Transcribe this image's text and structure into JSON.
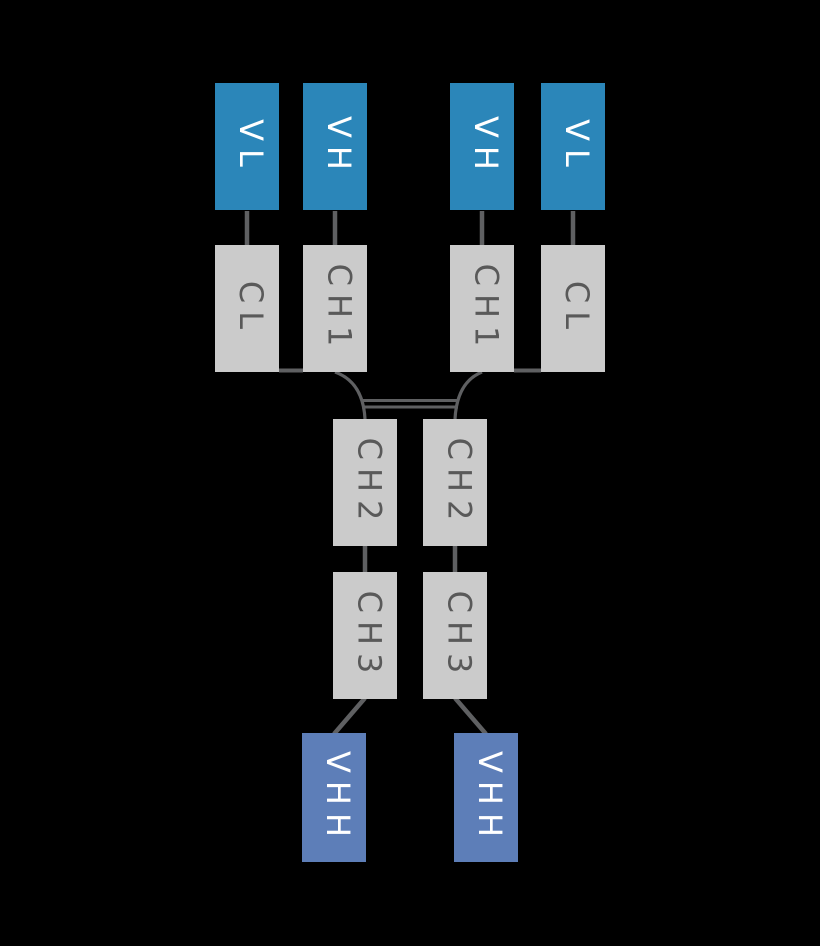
{
  "diagram": {
    "type": "antibody-structure",
    "domains": {
      "vl_left": "VL",
      "vh_left": "VH",
      "vh_right": "VH",
      "vl_right": "VL",
      "cl_left": "CL",
      "ch1_left": "CH1",
      "ch1_right": "CH1",
      "cl_right": "CL",
      "ch2_left": "CH2",
      "ch2_right": "CH2",
      "ch3_left": "CH3",
      "ch3_right": "CH3",
      "vhh_left": "VHH",
      "vhh_right": "VHH"
    },
    "colors": {
      "background": "#000000",
      "variable_domain_fill": "#2b86b9",
      "vhh_domain_fill": "#5d7eb8",
      "constant_domain_fill": "#cbcbcb",
      "constant_label_color": "#595959",
      "variable_label_color": "#ffffff",
      "connector_color": "#5f6062"
    }
  }
}
